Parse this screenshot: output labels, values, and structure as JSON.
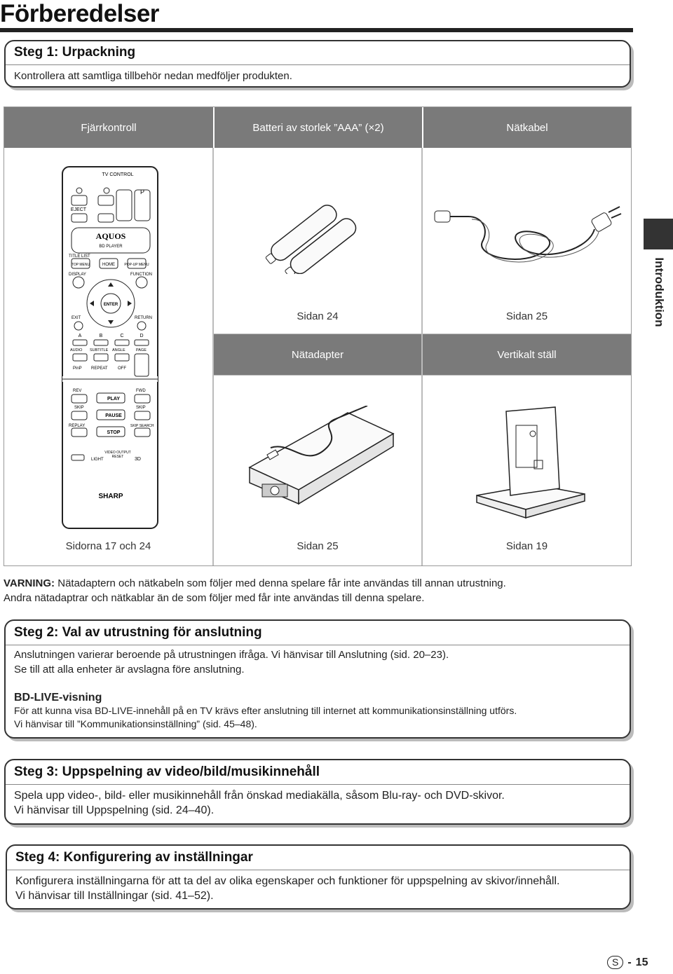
{
  "page_title": "Förberedelser",
  "side_tab_label": "Introduktion",
  "step1": {
    "title": "Steg 1: Urpackning",
    "text": "Kontrollera att samtliga tillbehör nedan medföljer produkten."
  },
  "accessories": {
    "headers_row1": [
      "Fjärrkontroll",
      "Batteri av storlek ”AAA” (×2)",
      "Nätkabel"
    ],
    "headers_row2": [
      "Nätadapter",
      "Vertikalt ställ"
    ],
    "captions_row1": [
      "Sidan 24",
      "Sidan 25"
    ],
    "captions_row2": [
      "Sidorna 17 och 24",
      "Sidan 25",
      "Sidan 19"
    ],
    "remote": {
      "tv_control": "TV CONTROL",
      "eject": "EJECT",
      "brand": "AQUOS",
      "sub": "BD PLAYER",
      "title_list": "TITLE LIST",
      "top_menu": "TOP MENU",
      "home": "HOME",
      "popup_menu": "POP-UP MENU",
      "display": "DISPLAY",
      "function": "FUNCTION",
      "enter": "ENTER",
      "exit": "EXIT",
      "return": "RETURN",
      "a": "A",
      "b": "B",
      "c": "C",
      "d": "D",
      "audio": "AUDIO",
      "subtitle": "SUBTITLE",
      "angle": "ANGLE",
      "page": "PAGE",
      "pinp": "PinP",
      "repeat": "REPEAT",
      "off": "OFF",
      "rev": "REV",
      "fwd": "FWD",
      "play": "PLAY",
      "skip_l": "SKIP",
      "skip_r": "SKIP",
      "pause": "PAUSE",
      "replay": "REPLAY",
      "skip_search": "SKIP SEARCH",
      "stop": "STOP",
      "video_output": "VIDEO OUTPUT",
      "reset": "RESET",
      "light": "LIGHT",
      "three_d": "3D",
      "maker": "SHARP"
    }
  },
  "warning": {
    "label": "VARNING:",
    "line1": "Nätadaptern och nätkabeln som följer med denna spelare får inte användas till annan utrustning.",
    "line2": "Andra nätadaptrar och nätkablar än de som följer med får inte användas till denna spelare."
  },
  "step2": {
    "title": "Steg 2: Val av utrustning för anslutning",
    "line1": "Anslutningen varierar beroende på utrustningen ifråga. Vi hänvisar till Anslutning (sid. 20–23).",
    "line2": "Se till att alla enheter är avslagna före anslutning.",
    "sub_title": "BD-LIVE-visning",
    "sub_line1": "För att kunna visa BD-LIVE-innehåll på en TV krävs efter anslutning till internet att kommunikationsinställning utförs.",
    "sub_line2": "Vi hänvisar till ”Kommunikationsinställning” (sid. 45–48)."
  },
  "step3": {
    "title": "Steg 3: Uppspelning av video/bild/musikinnehåll",
    "line1": "Spela upp video-, bild- eller musikinnehåll från önskad mediakälla, såsom Blu-ray- och DVD-skivor.",
    "line2": "Vi hänvisar till Uppspelning (sid. 24–40)."
  },
  "step4": {
    "title": "Steg 4: Konfigurering av inställningar",
    "line1": "Konfigurera inställningarna för att ta del av olika egenskaper och funktioner för uppspelning av skivor/innehåll.",
    "line2": "Vi hänvisar till Inställningar (sid. 41–52)."
  },
  "page_footer": {
    "lang": "S",
    "sep": "-",
    "number": "15"
  }
}
